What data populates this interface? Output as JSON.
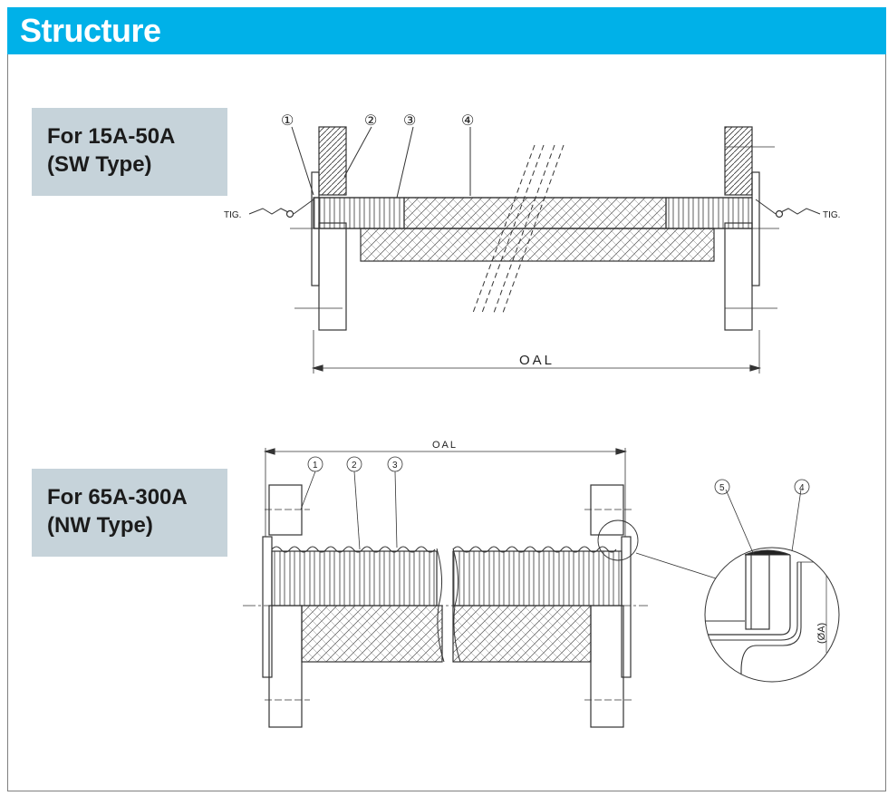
{
  "header": {
    "title": "Structure"
  },
  "sections": [
    {
      "line1": "For 15A-50A",
      "line2": "(SW Type)"
    },
    {
      "line1": "For 65A-300A",
      "line2": "(NW Type)"
    }
  ],
  "sw": {
    "callouts": [
      "①",
      "②",
      "③",
      "④"
    ],
    "weld_left": "TIG.",
    "weld_right": "TIG.",
    "dimension": "OAL"
  },
  "nw": {
    "callouts": [
      "1",
      "2",
      "3"
    ],
    "dimension": "OAL",
    "detail_callouts": [
      "5",
      "4"
    ],
    "detail_dimension": "(ØA)"
  },
  "colors": {
    "header": "#00b1e8",
    "label_bg": "#c6d3da",
    "line": "#333333"
  }
}
